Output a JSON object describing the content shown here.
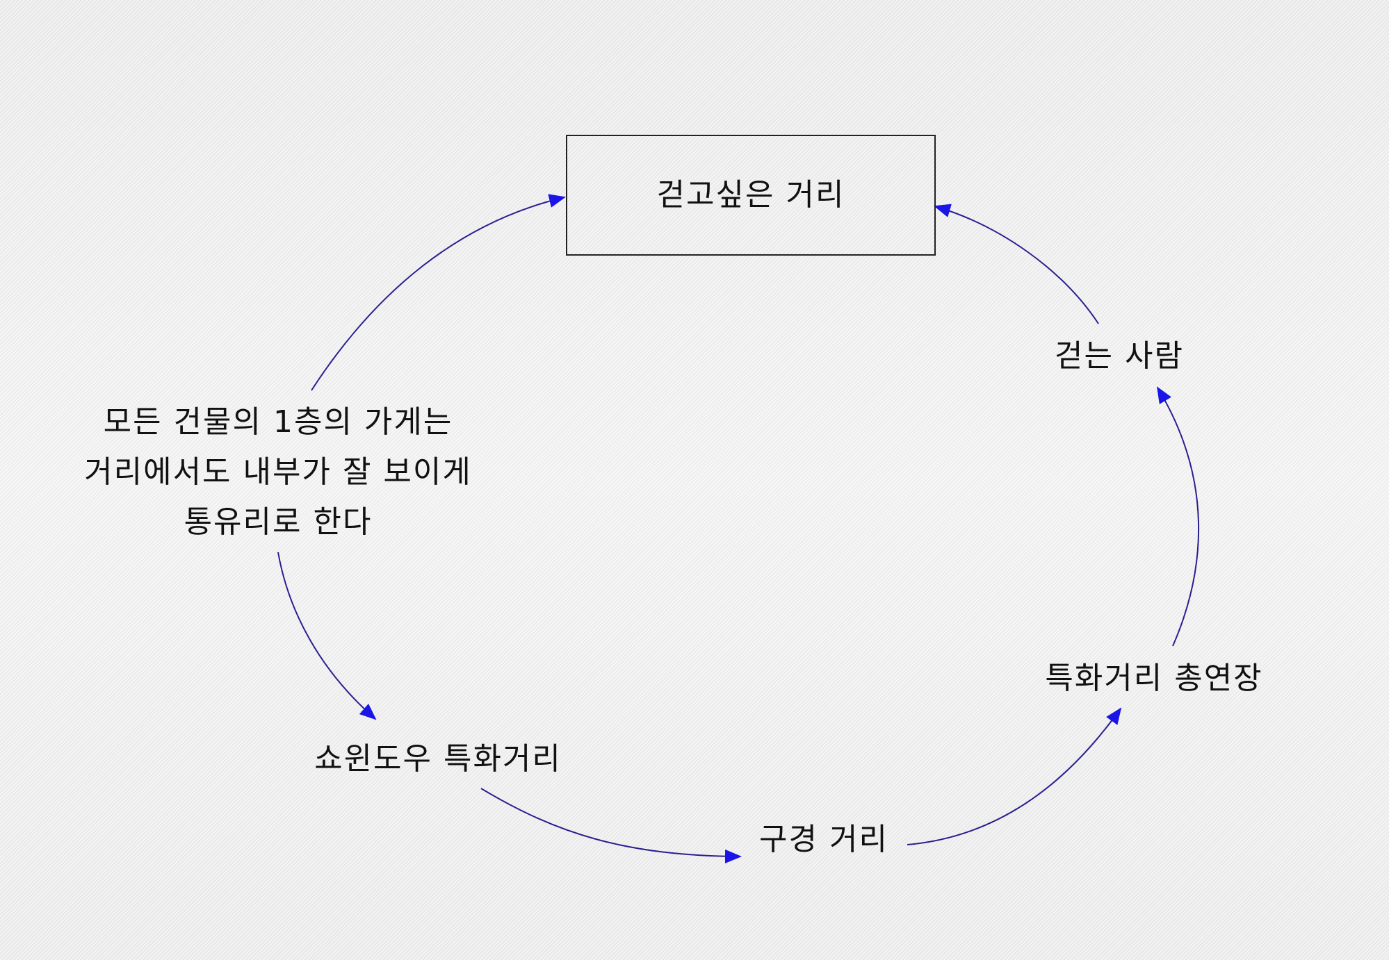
{
  "diagram": {
    "nodes": {
      "walkable_street": {
        "label": "걷고싶은 거리",
        "boxed": true
      },
      "pedestrians": {
        "label": "걷는 사람"
      },
      "glass_storefront": {
        "lines": [
          "모든 건물의 1층의 가게는",
          "거리에서도 내부가 잘 보이게",
          "통유리로 한다"
        ]
      },
      "showwindow_street": {
        "label": "쇼윈도우 특화거리"
      },
      "sightseeing_street": {
        "label": "구경 거리"
      },
      "special_street_length": {
        "label": "특화거리 총연장"
      }
    },
    "links": [
      {
        "from": "glass_storefront",
        "to": "walkable_street"
      },
      {
        "from": "glass_storefront",
        "to": "showwindow_street"
      },
      {
        "from": "showwindow_street",
        "to": "sightseeing_street"
      },
      {
        "from": "sightseeing_street",
        "to": "special_street_length"
      },
      {
        "from": "special_street_length",
        "to": "pedestrians"
      },
      {
        "from": "pedestrians",
        "to": "walkable_street"
      }
    ],
    "colors": {
      "link": "#2a1f8f",
      "arrowhead": "#1a14e6",
      "text": "#111111",
      "box_border": "#222222"
    }
  }
}
